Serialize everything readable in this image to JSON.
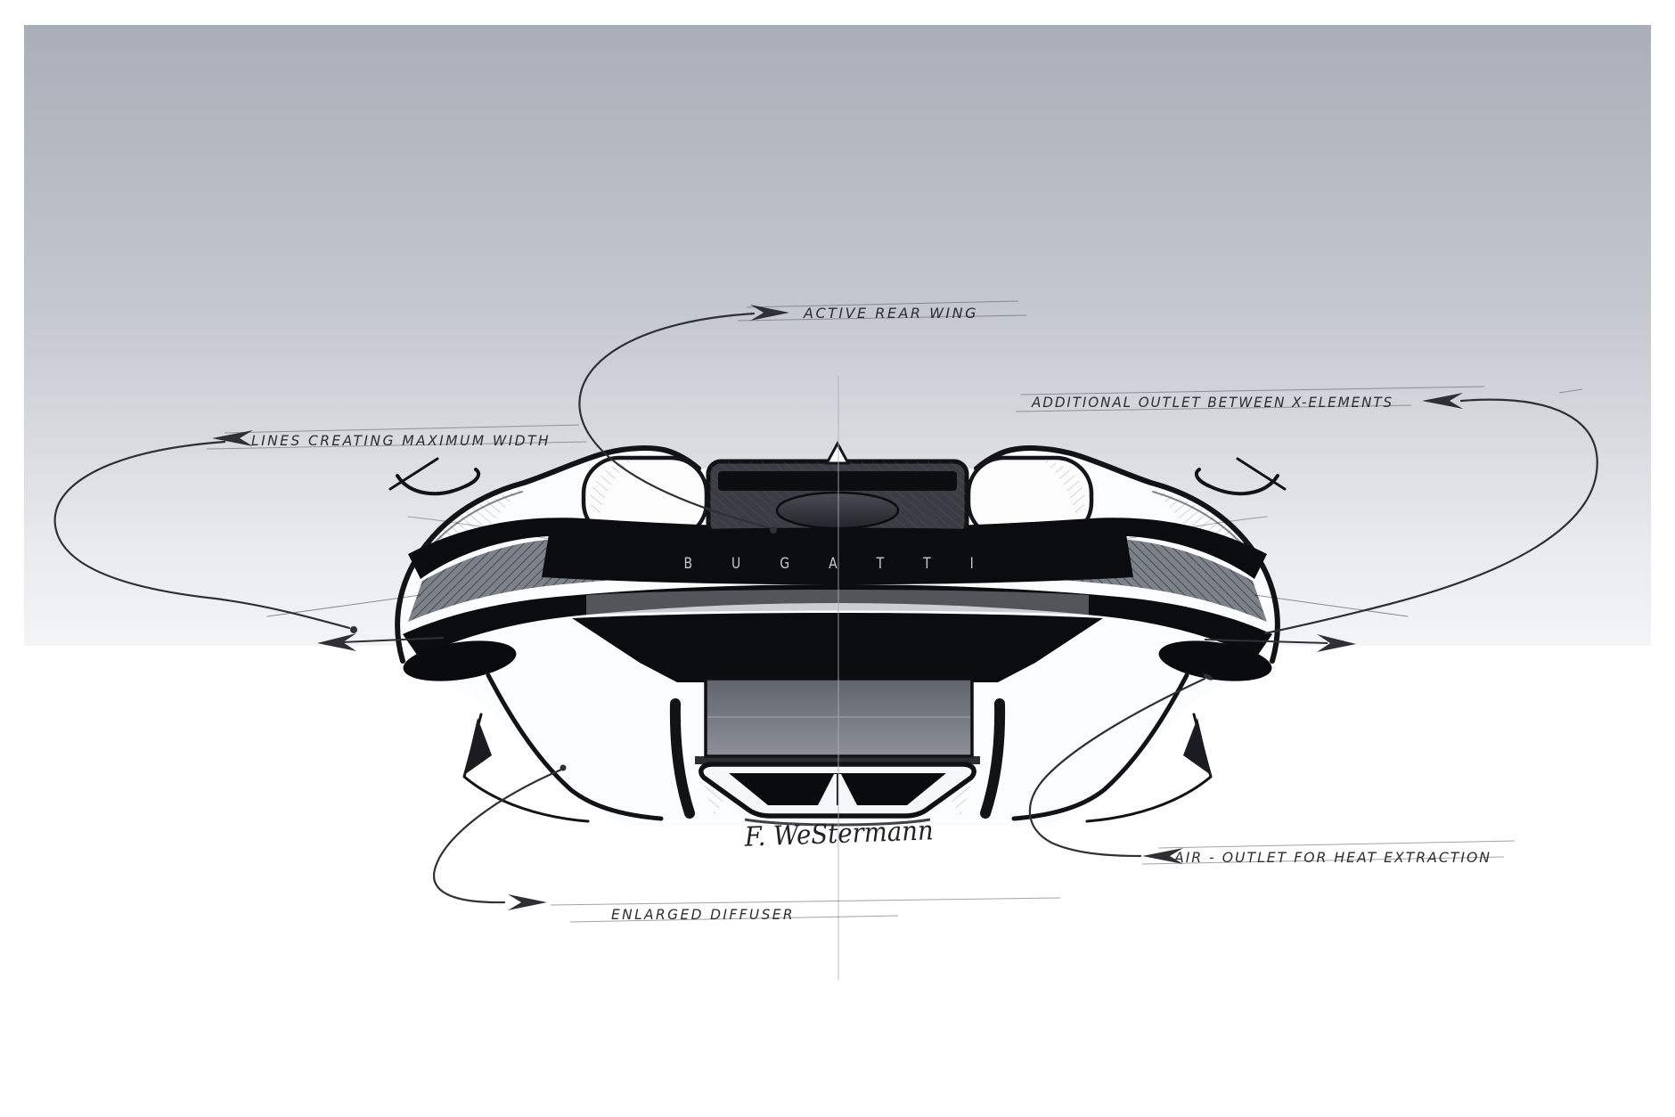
{
  "sketch": {
    "brand_lettering": "B U G A T T I",
    "signature": "F. WeStermann",
    "annotations": [
      {
        "id": "active-rear-wing",
        "label": "ACTIVE REAR WING"
      },
      {
        "id": "additional-outlet",
        "label": "ADDITIONAL OUTLET BETWEEN X-ELEMENTS"
      },
      {
        "id": "maximum-width",
        "label": "LINES CREATING MAXIMUM WIDTH"
      },
      {
        "id": "air-outlet",
        "label": "AIR - OUTLET FOR HEAT EXTRACTION"
      },
      {
        "id": "enlarged-diffuser",
        "label": "ENLARGED DIFFUSER"
      }
    ],
    "colors": {
      "backdrop_top": "#a9aeb8",
      "backdrop_bottom": "#f3f4f6",
      "paper": "#ffffff",
      "ink": "#2b2d31",
      "car_black": "#0b0c0f",
      "brand_letter_color": "#c6c9ce",
      "license_panel": "#6f737b"
    }
  }
}
